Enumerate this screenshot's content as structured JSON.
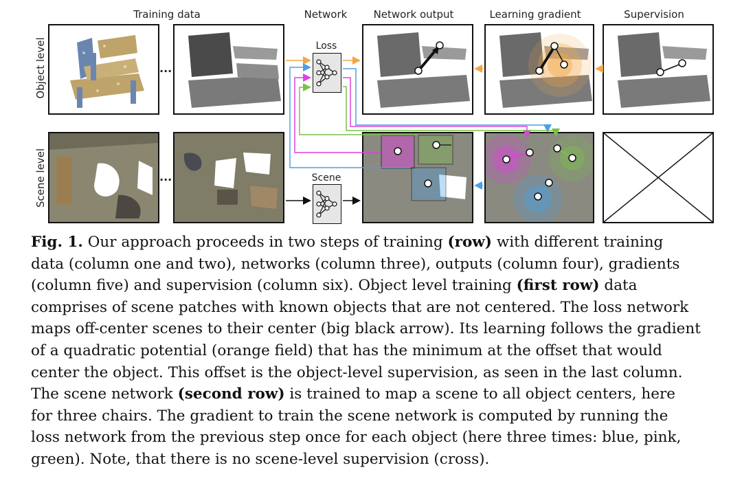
{
  "figure": {
    "column_headers": [
      "Training data",
      "Network",
      "Network output",
      "Learning gradient",
      "Supervision"
    ],
    "row_labels": [
      "Object level",
      "Scene level"
    ],
    "ellipsis": "...",
    "networks": {
      "loss_label": "Loss",
      "scene_label": "Scene"
    },
    "colors": {
      "orange": "#f2a646",
      "blue": "#4aa0e6",
      "pink": "#e040e0",
      "green": "#7cc04a",
      "black": "#111111",
      "cloud_gray": "#6a6a6a",
      "chair_blue": "#5a7aa8",
      "chair_tan": "#b89a5a"
    }
  },
  "caption": {
    "label": "Fig. 1.",
    "lines": [
      [
        [
          "n",
          "Our approach proceeds in two steps of training "
        ],
        [
          "b",
          "(row)"
        ],
        [
          "n",
          " with different training"
        ]
      ],
      [
        [
          "n",
          "data (column one and two), networks (column three), outputs (column four), gradients"
        ]
      ],
      [
        [
          "n",
          "(column five) and supervision (column six). Object level training "
        ],
        [
          "b",
          "(first row)"
        ],
        [
          "n",
          " data"
        ]
      ],
      [
        [
          "n",
          "comprises of scene patches with known objects that are not centered. The loss network"
        ]
      ],
      [
        [
          "n",
          "maps off-center scenes to their center (big black arrow). Its learning follows the gradient"
        ]
      ],
      [
        [
          "n",
          "of a quadratic potential (orange field) that has the minimum at the offset that would"
        ]
      ],
      [
        [
          "n",
          "center the object. This offset is the object-level supervision, as seen in the last column."
        ]
      ],
      [
        [
          "n",
          "The scene network "
        ],
        [
          "b",
          "(second row)"
        ],
        [
          "n",
          " is trained to map a scene to all object centers, here"
        ]
      ],
      [
        [
          "n",
          "for three chairs. The gradient to train the scene network is computed by running the"
        ]
      ],
      [
        [
          "n",
          "loss network from the previous step once for each object (here three times: blue, pink,"
        ]
      ],
      [
        [
          "n",
          "green). Note, that there is no scene-level supervision (cross)."
        ]
      ]
    ]
  }
}
